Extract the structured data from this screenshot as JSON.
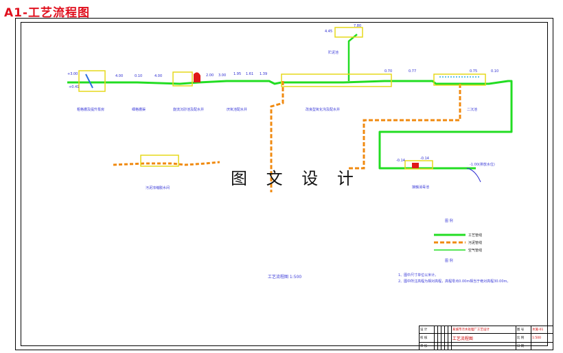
{
  "header": {
    "title": "A1-工艺流程图"
  },
  "watermark": "图 文 设 计",
  "labels": {
    "coarse": "粗格栅及提升泵房",
    "fine": "细格栅渠",
    "grit": "旋流沉砂池及配水井",
    "anaerobic": "厌氧池配水井",
    "oxidation": "改良型氧化沟及配水井",
    "secondary": "二沉池",
    "contact": "接触消毒池",
    "sludge": "污泥浓缩脱水间",
    "thickener": "贮泥池",
    "discharge_level": "-1.00(排放水位)"
  },
  "elevations": {
    "e1": "+3.00",
    "e2": "+0.41",
    "e3": "4.00",
    "e4": "0.10",
    "e5": "4.00",
    "e6": "2.00",
    "e7": "3.00",
    "e8": "1.95",
    "e9": "1.61",
    "e10": "1.39",
    "e11": "0.77",
    "e12": "0.70",
    "e13": "0.75",
    "e14": "0.10",
    "e15": "7.80",
    "e16": "4.45",
    "e17": "-0.14",
    "e18": "-0.14",
    "e19": "-1.00"
  },
  "legend": {
    "title": "图  例",
    "items": [
      {
        "name": "工艺管线",
        "color": "#22dd22"
      },
      {
        "name": "污泥管线",
        "color": "#f08a10"
      },
      {
        "name": "空气管线",
        "color": "#22dd22"
      }
    ],
    "footer": "图  例"
  },
  "scale_title": "工艺流程图  1:500",
  "notes": [
    "1、图中尺寸单位以米计。",
    "2、图中所注高程为相对高程，高程零点0.00m相当于绝对高程30.00m。"
  ],
  "title_block": {
    "row1": [
      "设 计",
      "",
      "",
      "",
      "",
      "",
      "某城市污水处理厂工艺设计",
      "图 号",
      "水施-01"
    ],
    "row2": [
      "校 核",
      "",
      "",
      "",
      "",
      "",
      "工艺流程图",
      "比 例",
      "1:500"
    ],
    "row3": [
      "审 核",
      "",
      "",
      "",
      "",
      "",
      "",
      "日 期",
      ""
    ]
  }
}
